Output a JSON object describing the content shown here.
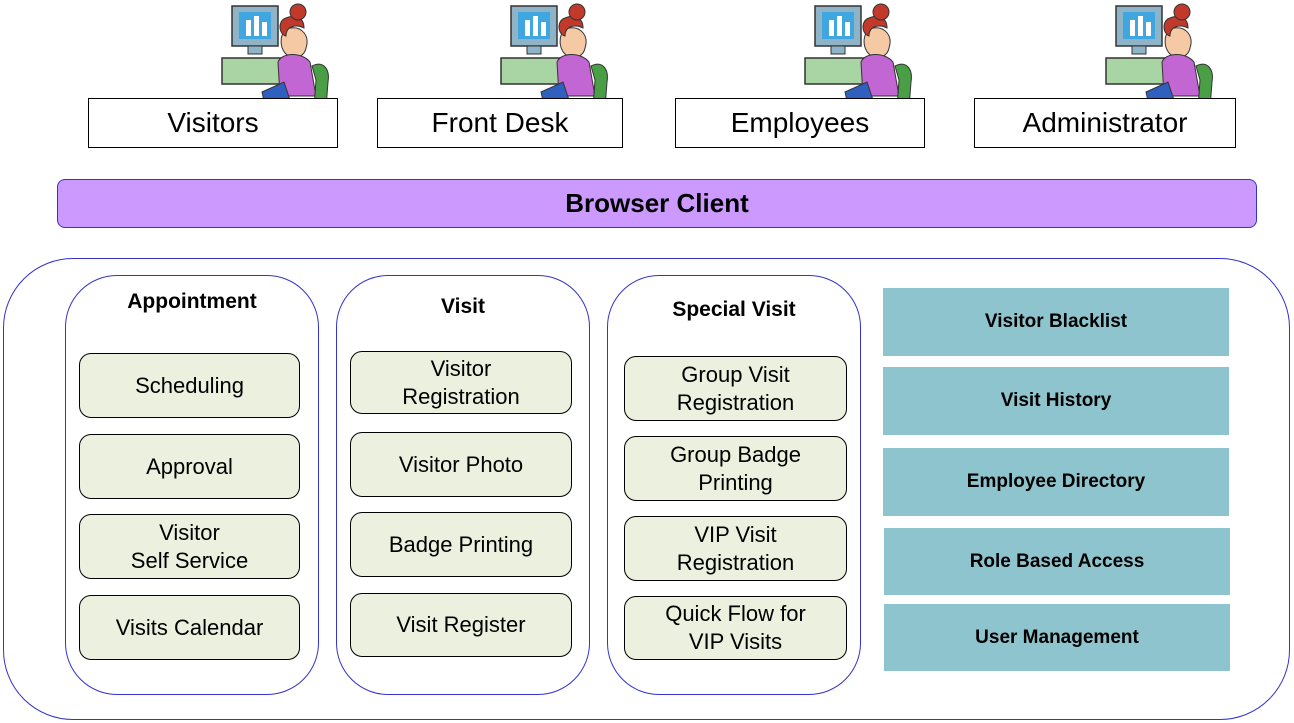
{
  "users": [
    {
      "label": "Visitors",
      "icon": "user-at-computer-icon"
    },
    {
      "label": "Front Desk",
      "icon": "user-at-computer-icon"
    },
    {
      "label": "Employees",
      "icon": "user-at-computer-icon"
    },
    {
      "label": "Administrator",
      "icon": "user-at-computer-icon"
    }
  ],
  "browser_client": "Browser Client",
  "modules": [
    {
      "title": "Appointment",
      "features": [
        "Scheduling",
        "Approval",
        "Visitor\nSelf Service",
        "Visits Calendar"
      ]
    },
    {
      "title": "Visit",
      "features": [
        "Visitor\nRegistration",
        "Visitor Photo",
        "Badge Printing",
        "Visit Register"
      ]
    },
    {
      "title": "Special Visit",
      "features": [
        "Group Visit\nRegistration",
        "Group Badge\nPrinting",
        "VIP Visit\nRegistration",
        "Quick Flow for\nVIP Visits"
      ]
    }
  ],
  "services": [
    "Visitor Blacklist",
    "Visit History",
    "Employee Directory",
    "Role Based Access",
    "User Management"
  ],
  "colors": {
    "browser_bar": "#cc99ff",
    "border_blue": "#3333cc",
    "feature_fill": "#ebf1de",
    "service_fill": "#8ec4cd"
  }
}
